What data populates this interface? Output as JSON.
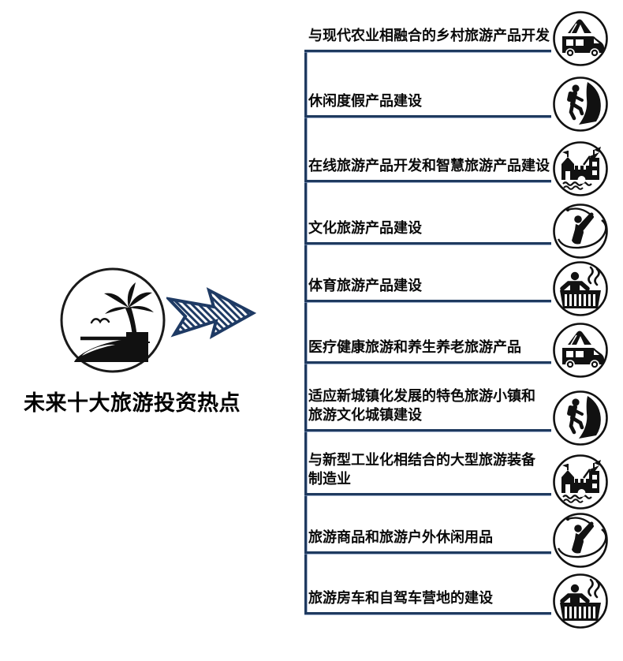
{
  "title": "未来十大旅游投资热点",
  "hub": {
    "icon": "beach-palm-circle-icon"
  },
  "arrow": {
    "icon": "arrow-right-icon"
  },
  "colors": {
    "line": "#1f3a5f",
    "arrow": "#1e3a64",
    "ink": "#0a0a0a"
  },
  "list": {
    "items": [
      {
        "text": "与现代农业相融合的乡村旅游产品开发",
        "icon": "camper-tent-icon",
        "icon_ref": "#sym-camper"
      },
      {
        "text": "休闲度假产品建设",
        "icon": "hiker-icon",
        "icon_ref": "#sym-hiker"
      },
      {
        "text": "在线旅游产品开发和智慧旅游产品建设",
        "icon": "castle-waterfront-icon",
        "icon_ref": "#sym-castle"
      },
      {
        "text": "文化旅游产品建设",
        "icon": "golfer-icon",
        "icon_ref": "#sym-golfer"
      },
      {
        "text": "体育旅游产品建设",
        "icon": "hot-tub-spa-icon",
        "icon_ref": "#sym-hottub"
      },
      {
        "text": "医疗健康旅游和养生养老旅游产品",
        "icon": "camper-tent-icon",
        "icon_ref": "#sym-camper"
      },
      {
        "text": "适应新城镇化发展的特色旅游小镇和\n旅游文化城镇建设",
        "icon": "hiker-icon",
        "icon_ref": "#sym-hiker"
      },
      {
        "text": "与新型工业化相结合的大型旅游装备\n制造业",
        "icon": "castle-waterfront-icon",
        "icon_ref": "#sym-castle"
      },
      {
        "text": "旅游商品和旅游户外休闲用品",
        "icon": "golfer-icon",
        "icon_ref": "#sym-golfer"
      },
      {
        "text": "旅游房车和自驾车营地的建设",
        "icon": "hot-tub-spa-icon",
        "icon_ref": "#sym-hottub"
      }
    ]
  }
}
